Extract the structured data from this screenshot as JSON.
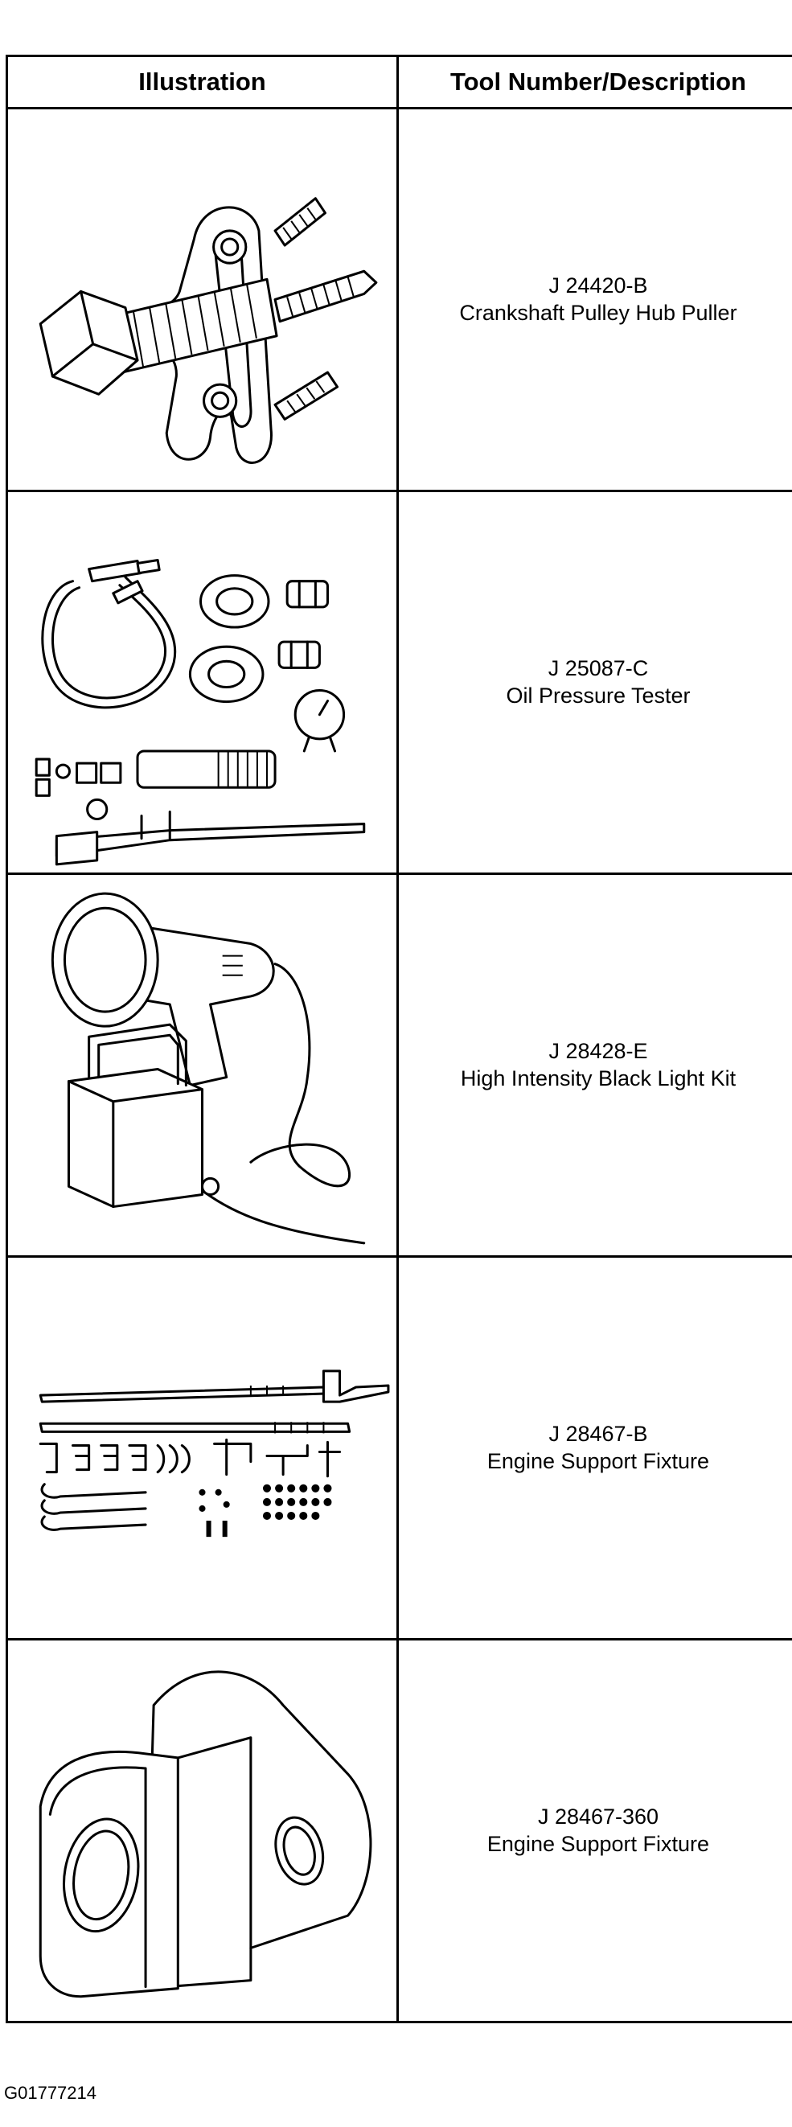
{
  "table": {
    "header_illustration": "Illustration",
    "header_description": "Tool Number/Description",
    "rows": [
      {
        "number": "J 24420-B",
        "description": "Crankshaft Pulley Hub Puller",
        "icon": "pulley-hub-puller-illustration"
      },
      {
        "number": "J 25087-C",
        "description": "Oil Pressure Tester",
        "icon": "oil-pressure-tester-illustration"
      },
      {
        "number": "J 28428-E",
        "description": "High Intensity Black Light Kit",
        "icon": "black-light-kit-illustration"
      },
      {
        "number": "J 28467-B",
        "description": "Engine Support Fixture",
        "icon": "engine-support-fixture-illustration"
      },
      {
        "number": "J 28467-360",
        "description": "Engine Support Fixture",
        "icon": "support-fixture-bracket-illustration"
      }
    ]
  },
  "footer": {
    "code": "G01777214"
  }
}
